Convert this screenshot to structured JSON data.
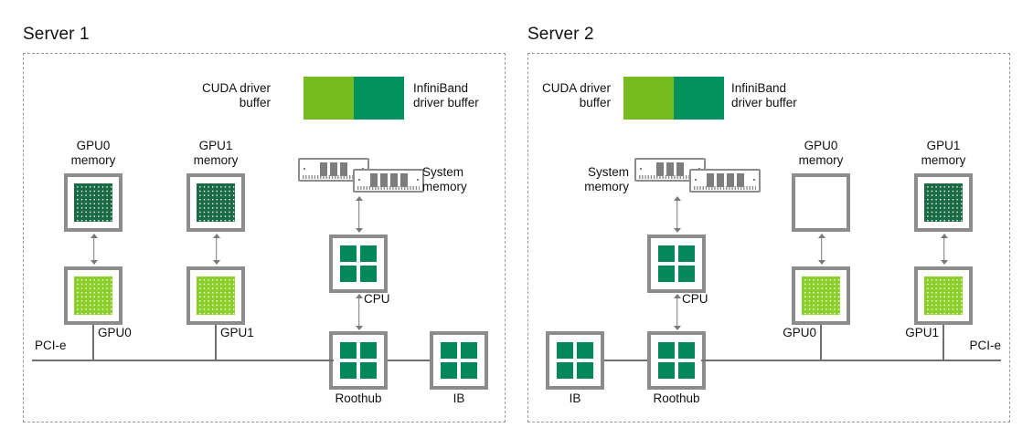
{
  "servers": [
    {
      "title": "Server 1",
      "pcie_label": "PCI-e",
      "buffers": {
        "cuda_label": "CUDA driver\nbuffer",
        "ib_label": "InfiniBand\ndriver buffer",
        "cuda_color": "#76bc21",
        "ib_color": "#00925e"
      },
      "system_memory_label": "System\nmemory",
      "gpu0_memory_label": "GPU0\nmemory",
      "gpu1_memory_label": "GPU1\nmemory",
      "gpu0_label": "GPU0",
      "gpu1_label": "GPU1",
      "cpu_label": "CPU",
      "roothub_label": "Roothub",
      "ib_label": "IB",
      "gpu0_memory_filled": true,
      "gpu1_memory_filled": true
    },
    {
      "title": "Server 2",
      "pcie_label": "PCI-e",
      "buffers": {
        "cuda_label": "CUDA driver\nbuffer",
        "ib_label": "InfiniBand\ndriver buffer",
        "cuda_color": "#76bc21",
        "ib_color": "#00925e"
      },
      "system_memory_label": "System\nmemory",
      "gpu0_memory_label": "GPU0\nmemory",
      "gpu1_memory_label": "GPU1\nmemory",
      "gpu0_label": "GPU0",
      "gpu1_label": "GPU1",
      "cpu_label": "CPU",
      "roothub_label": "Roothub",
      "ib_label": "IB",
      "gpu0_memory_filled": false,
      "gpu1_memory_filled": true
    }
  ],
  "colors": {
    "dark_green": "#1a6b45",
    "light_green": "#8ccf2a",
    "teal": "#00875a",
    "frame_gray": "#8c8c8c",
    "line_gray": "#6f6f6f",
    "dash_border": "#9a9a9a"
  }
}
